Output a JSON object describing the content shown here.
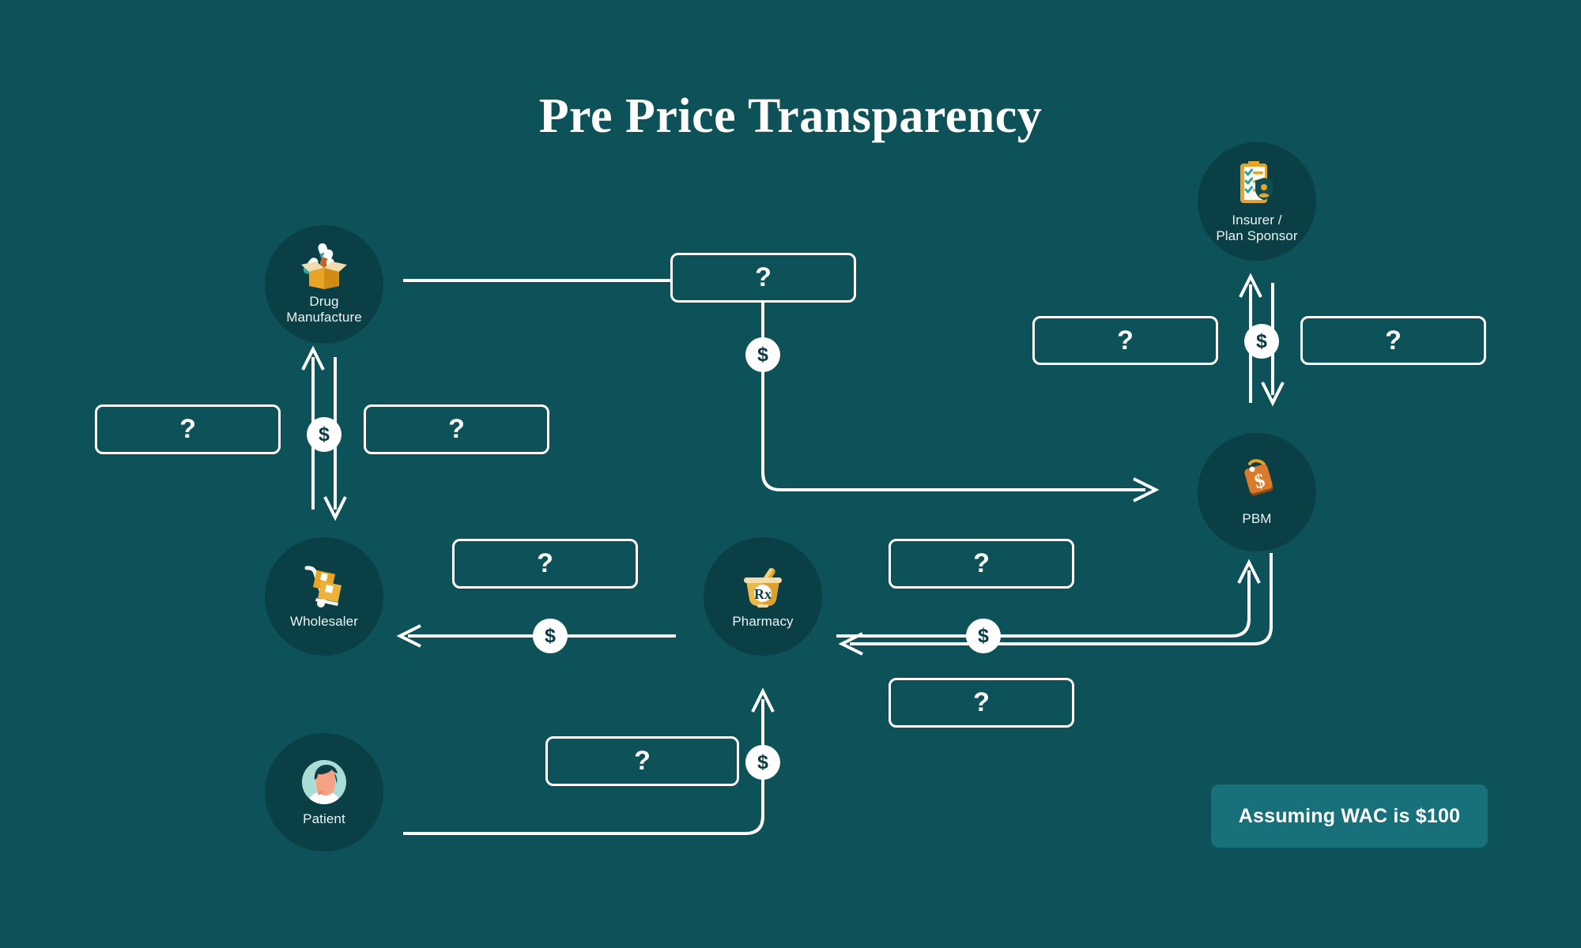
{
  "page": {
    "title": "Pre Price Transparency",
    "background_color": "#0d5159",
    "node_circle_color": "#0a3f45",
    "line_color": "#ffffff",
    "accent_color": "#18707a"
  },
  "nodes": [
    {
      "id": "drug-manufacture",
      "label": "Drug\nManufacture",
      "icon": "pill-box-icon"
    },
    {
      "id": "wholesaler",
      "label": "Wholesaler",
      "icon": "hand-truck-icon"
    },
    {
      "id": "patient",
      "label": "Patient",
      "icon": "patient-avatar-icon"
    },
    {
      "id": "pharmacy",
      "label": "Pharmacy",
      "icon": "mortar-pestle-rx-icon"
    },
    {
      "id": "insurer",
      "label": "Insurer /\nPlan Sponsor",
      "icon": "clipboard-shield-icon"
    },
    {
      "id": "pbm",
      "label": "PBM",
      "icon": "price-tag-dollar-icon"
    }
  ],
  "boxes": [
    {
      "id": "box-manufacturer-pbm-top",
      "value": "?"
    },
    {
      "id": "box-insurer-left",
      "value": "?"
    },
    {
      "id": "box-insurer-right",
      "value": "?"
    },
    {
      "id": "box-manufacturer-left",
      "value": "?"
    },
    {
      "id": "box-manufacturer-right",
      "value": "?"
    },
    {
      "id": "box-wholesaler-pharmacy",
      "value": "?"
    },
    {
      "id": "box-pharmacy-pbm-upper",
      "value": "?"
    },
    {
      "id": "box-pharmacy-pbm-lower",
      "value": "?"
    },
    {
      "id": "box-patient-pharmacy",
      "value": "?"
    }
  ],
  "dollar_badges": [
    {
      "id": "badge-manufacturer-vertical",
      "symbol": "$"
    },
    {
      "id": "badge-manufacturer-pbm",
      "symbol": "$"
    },
    {
      "id": "badge-insurer-pbm",
      "symbol": "$"
    },
    {
      "id": "badge-pharmacy-wholesaler",
      "symbol": "$"
    },
    {
      "id": "badge-pharmacy-pbm",
      "symbol": "$"
    },
    {
      "id": "badge-patient-pharmacy",
      "symbol": "$"
    }
  ],
  "note": {
    "text": "Assuming WAC is $100"
  }
}
